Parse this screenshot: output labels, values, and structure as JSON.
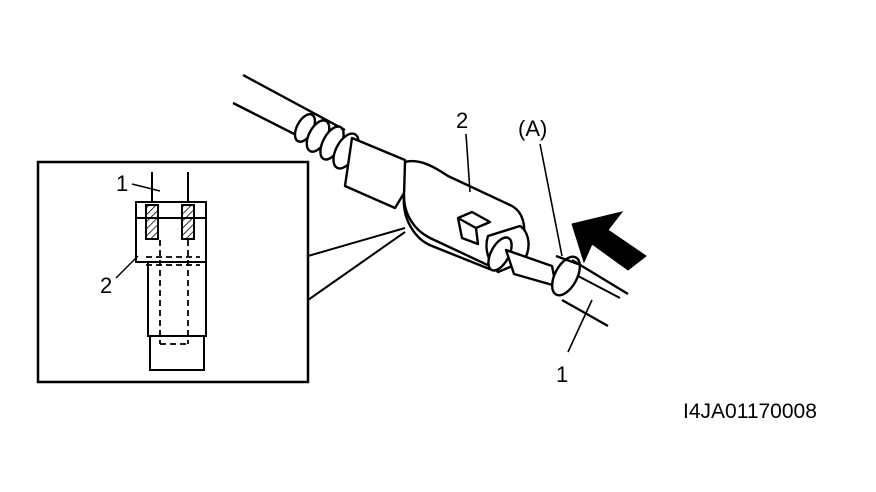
{
  "labels": {
    "pipe": "1",
    "connector": "2",
    "point_a": "(A)"
  },
  "figure_code": "I4JA01170008",
  "colors": {
    "ink": "#000000",
    "paper": "#ffffff"
  }
}
